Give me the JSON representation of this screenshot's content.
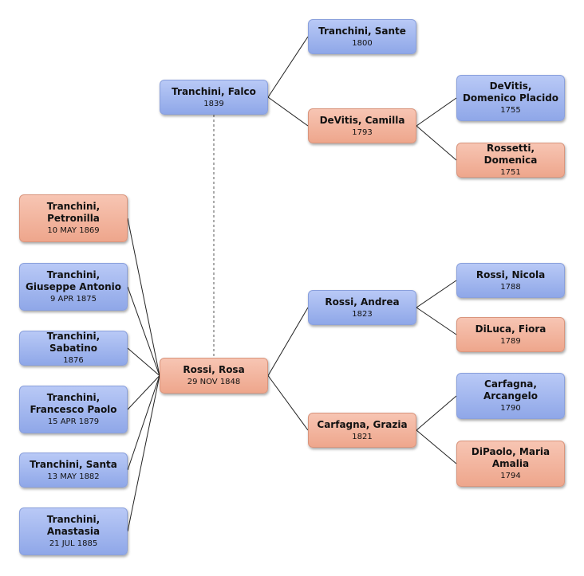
{
  "colors": {
    "male": "#9fb4ee",
    "female": "#f2b29b",
    "line": "#222222",
    "spouse_line": "#555555"
  },
  "people": {
    "falco": {
      "name": "Tranchini, Falco",
      "date": "1839",
      "sex": "male"
    },
    "rosa": {
      "name": "Rossi, Rosa",
      "date": "29 NOV 1848",
      "sex": "female"
    },
    "sante": {
      "name": "Tranchini, Sante",
      "date": "1800",
      "sex": "male"
    },
    "camilla": {
      "name": "DeVitis, Camilla",
      "date": "1793",
      "sex": "female"
    },
    "domenico": {
      "name": "DeVitis, Domenico Placido",
      "date": "1755",
      "sex": "male"
    },
    "domenica": {
      "name": "Rossetti, Domenica",
      "date": "1751",
      "sex": "female"
    },
    "andrea": {
      "name": "Rossi, Andrea",
      "date": "1823",
      "sex": "male"
    },
    "grazia": {
      "name": "Carfagna, Grazia",
      "date": "1821",
      "sex": "female"
    },
    "nicola": {
      "name": "Rossi, Nicola",
      "date": "1788",
      "sex": "male"
    },
    "fiora": {
      "name": "DiLuca, Fiora",
      "date": "1789",
      "sex": "female"
    },
    "arcangelo": {
      "name": "Carfagna, Arcangelo",
      "date": "1790",
      "sex": "male"
    },
    "amalia": {
      "name": "DiPaolo, Maria Amalia",
      "date": "1794",
      "sex": "female"
    },
    "petronilla": {
      "name": "Tranchini, Petronilla",
      "date": "10 MAY 1869",
      "sex": "female"
    },
    "giuseppe": {
      "name": "Tranchini, Giuseppe Antonio",
      "date": "9 APR 1875",
      "sex": "male"
    },
    "sabatino": {
      "name": "Tranchini, Sabatino",
      "date": "1876",
      "sex": "male"
    },
    "francesco": {
      "name": "Tranchini, Francesco Paolo",
      "date": "15 APR 1879",
      "sex": "male"
    },
    "santa": {
      "name": "Tranchini, Santa",
      "date": "13 MAY 1882",
      "sex": "male"
    },
    "anastasia": {
      "name": "Tranchini, Anastasia",
      "date": "21 JUL 1885",
      "sex": "male"
    }
  },
  "parent_links": [
    [
      "falco",
      "sante"
    ],
    [
      "falco",
      "camilla"
    ],
    [
      "camilla",
      "domenico"
    ],
    [
      "camilla",
      "domenica"
    ],
    [
      "rosa",
      "andrea"
    ],
    [
      "rosa",
      "grazia"
    ],
    [
      "andrea",
      "nicola"
    ],
    [
      "andrea",
      "fiora"
    ],
    [
      "grazia",
      "arcangelo"
    ],
    [
      "grazia",
      "amalia"
    ]
  ],
  "child_links": [
    [
      "rosa",
      "petronilla"
    ],
    [
      "rosa",
      "giuseppe"
    ],
    [
      "rosa",
      "sabatino"
    ],
    [
      "rosa",
      "francesco"
    ],
    [
      "rosa",
      "santa"
    ],
    [
      "rosa",
      "anastasia"
    ]
  ],
  "spouse_links": [
    [
      "falco",
      "rosa"
    ]
  ]
}
